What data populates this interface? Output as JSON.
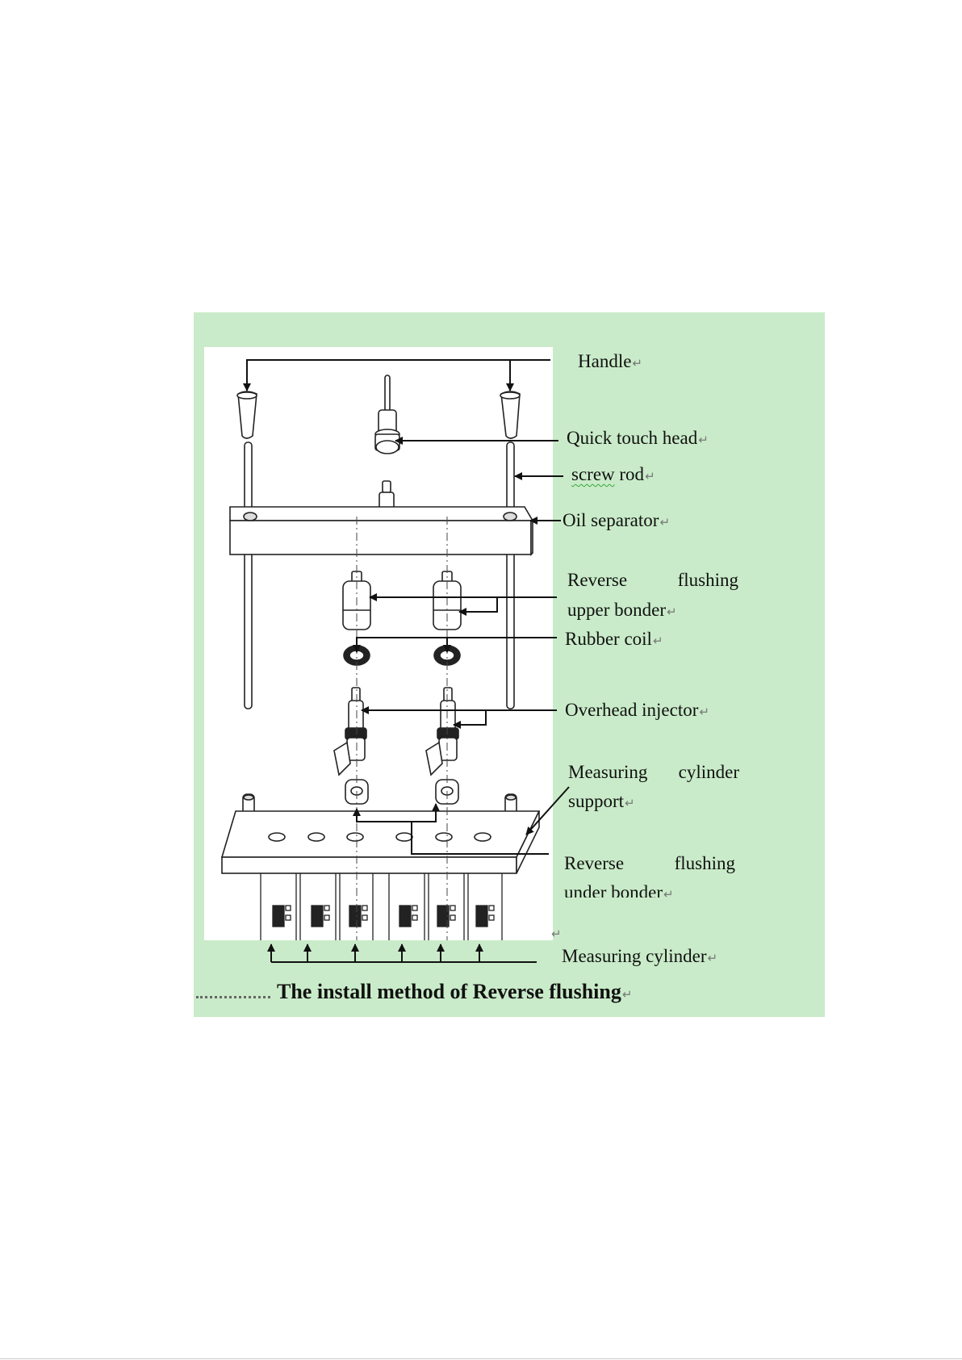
{
  "figure": {
    "caption": "The install method of Reverse flushing",
    "para_mark": "↵",
    "panel_color": "#c9ebc9",
    "labels": {
      "handle": "Handle",
      "quick_touch_head": "Quick touch head",
      "screw_word": "screw",
      "rod_word": "rod",
      "oil_separator": "Oil separator",
      "reverse_flushing_upper_line1": "Reverse flushing",
      "reverse_flushing_upper_line2": "upper bonder",
      "rubber_coil": "Rubber coil",
      "overhead_injector": "Overhead injector",
      "measuring_cylinder_support_line1": "Measuring cylinder",
      "measuring_cylinder_support_line2": "support",
      "reverse_flushing_under_line1": "Reverse flushing",
      "reverse_flushing_under_line2": "under bonder",
      "measuring_cylinder": "Measuring cylinder"
    }
  }
}
